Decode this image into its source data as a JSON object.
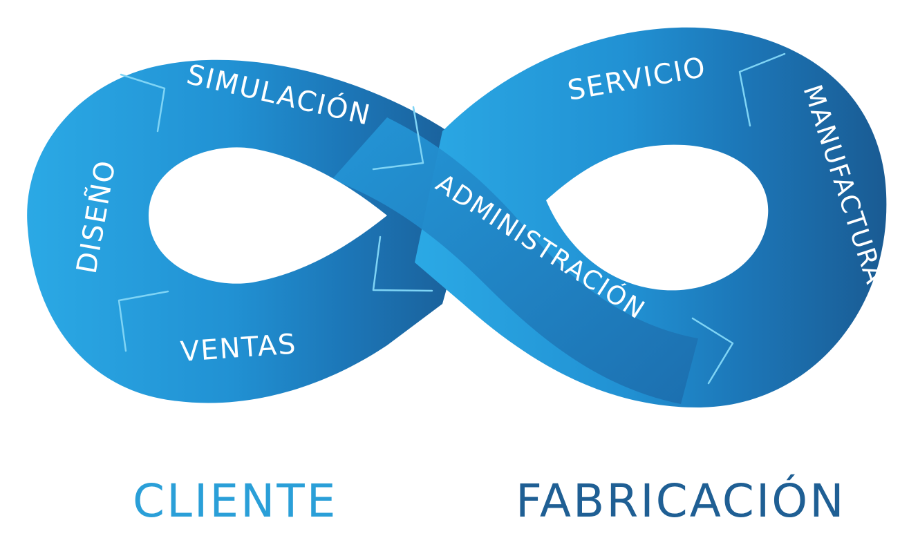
{
  "loop": {
    "segments": {
      "diseno": "DISEÑO",
      "simulacion": "SIMULACIÓN",
      "ventas": "VENTAS",
      "administracion": "ADMINISTRACIÓN",
      "servicio": "SERVICIO",
      "manufactura": "MANUFACTURA"
    },
    "colors": {
      "left_light": "#2ba6e2",
      "mid": "#1d86c8",
      "right_dark": "#1a5e96",
      "arrow": "#7fd4f5"
    }
  },
  "bottom": {
    "cliente": "CLIENTE",
    "fabricacion": "FABRICACIÓN",
    "cliente_color": "#2a9fd8",
    "fabricacion_color": "#1f5f94"
  }
}
